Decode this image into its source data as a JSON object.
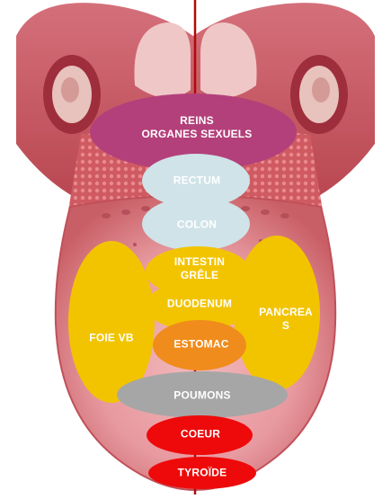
{
  "diagram": {
    "zones": {
      "reins": "REINS\nORGANES SEXUELS",
      "rectum": "RECTUM",
      "colon": "COLON",
      "intestin": "INTESTIN\nGRÊLE",
      "duodenum": "DUODENUM",
      "foie": "FOIE VB",
      "pancreas": "PANCREA\nS",
      "estomac": "ESTOMAC",
      "poumons": "POUMONS",
      "coeur": "COEUR",
      "thyroide": "TYROÏDE"
    },
    "colors": {
      "tongue_body": "#e58e93",
      "tongue_edge": "#c9575f",
      "tongue_inner": "#f2b4b6",
      "midline": "#b00a0a",
      "reins": "#b3407a",
      "rectum_colon": "#cfe3e8",
      "yellow": "#f2c400",
      "estomac": "#f08c1c",
      "poumons": "#a6a6a6",
      "coeur_thyroide": "#ee0a0a"
    }
  }
}
